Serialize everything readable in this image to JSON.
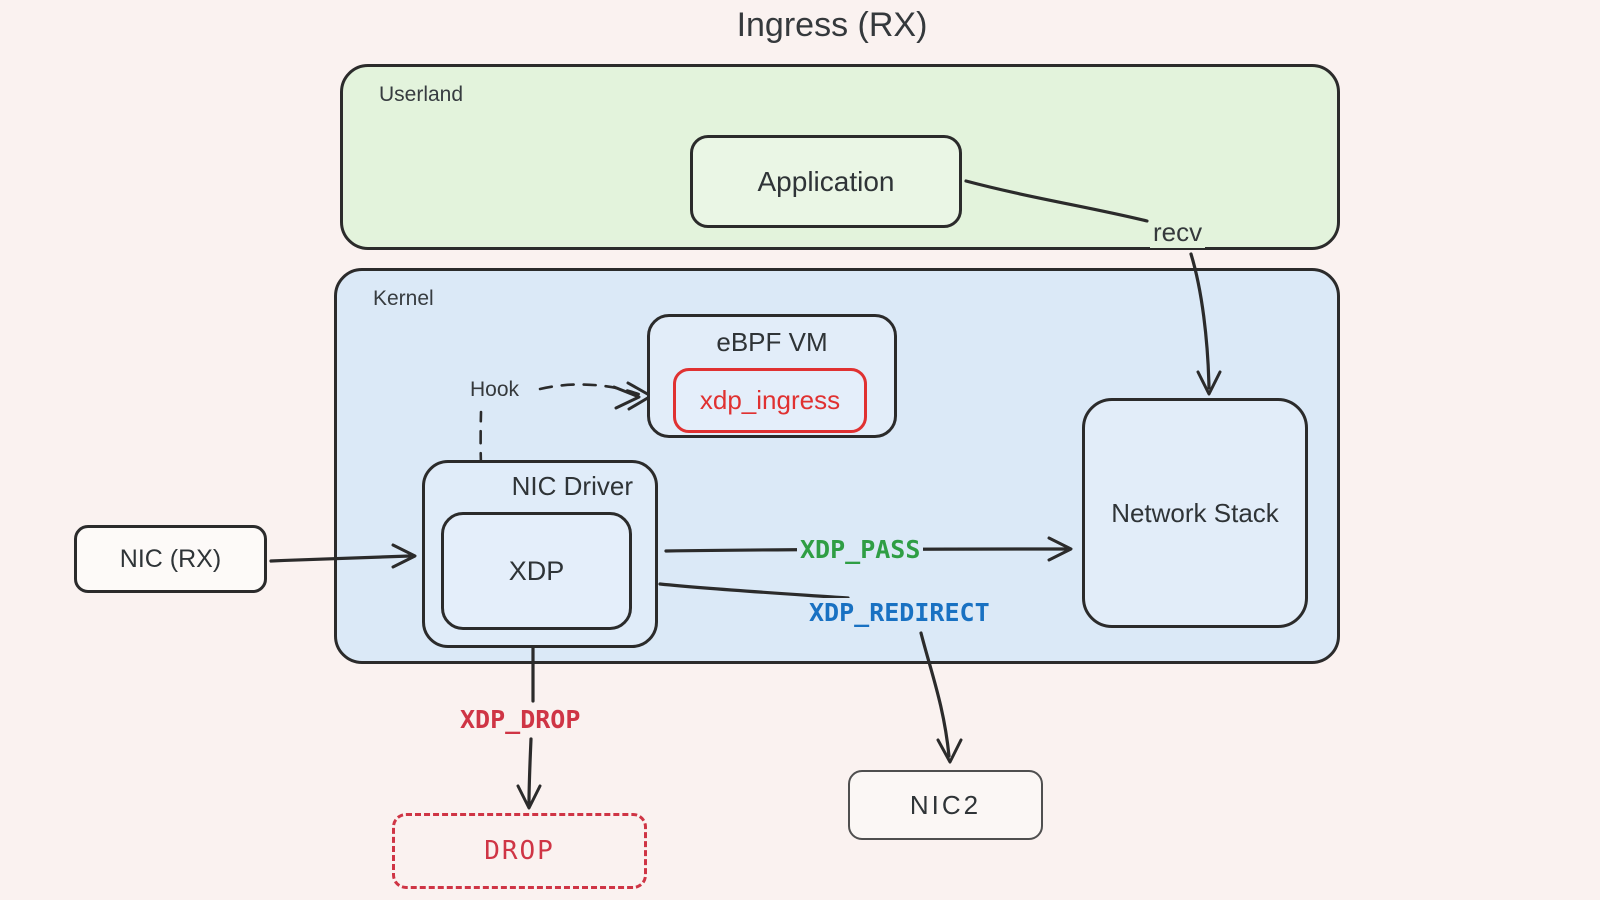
{
  "title": "Ingress (RX)",
  "colors": {
    "background": "#faf2f0",
    "stroke_dark": "#2b2b2b",
    "userland_fill": "#e3f3dc",
    "kernel_fill": "#dbe9f7",
    "application_fill": "#eaf6e5",
    "node_fill_blue": "#e4eefa",
    "nic_fill_white": "#fdfaf8",
    "ingress_red": "#e03131",
    "drop_red": "#cf3545",
    "pass_green": "#2f9e44",
    "redirect_blue": "#1971c2",
    "text_dark": "#35393c"
  },
  "regions": {
    "userland": {
      "label": "Userland"
    },
    "kernel": {
      "label": "Kernel"
    }
  },
  "nodes": {
    "application": {
      "label": "Application"
    },
    "ebpf_vm": {
      "label": "eBPF VM"
    },
    "xdp_ingress": {
      "label": "xdp_ingress",
      "color": "#e03131"
    },
    "nic_driver": {
      "label": "NIC Driver"
    },
    "xdp": {
      "label": "XDP"
    },
    "nic_rx": {
      "label": "NIC (RX)"
    },
    "network_stack": {
      "label": "Network Stack"
    },
    "nic2": {
      "label": "NIC2"
    },
    "drop": {
      "label": "DROP",
      "color": "#cf3545"
    }
  },
  "edges": {
    "hook": {
      "label": "Hook"
    },
    "recv": {
      "label": "recv"
    },
    "nic_to_xdp": {
      "label": ""
    },
    "xdp_pass": {
      "label": "XDP_PASS",
      "color": "#2f9e44"
    },
    "xdp_redirect": {
      "label": "XDP_REDIRECT",
      "color": "#1971c2"
    },
    "xdp_drop": {
      "label": "XDP_DROP",
      "color": "#cf3545"
    }
  }
}
